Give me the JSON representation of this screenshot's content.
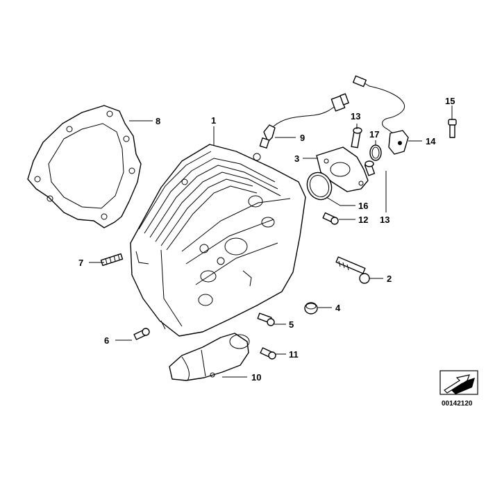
{
  "diagram": {
    "reference_code": "00142120",
    "callouts": [
      {
        "id": "c1",
        "label": "1"
      },
      {
        "id": "c2",
        "label": "2"
      },
      {
        "id": "c3",
        "label": "3"
      },
      {
        "id": "c4",
        "label": "4"
      },
      {
        "id": "c5",
        "label": "5"
      },
      {
        "id": "c6",
        "label": "6"
      },
      {
        "id": "c7",
        "label": "7"
      },
      {
        "id": "c8",
        "label": "8"
      },
      {
        "id": "c9",
        "label": "9"
      },
      {
        "id": "c10",
        "label": "10"
      },
      {
        "id": "c11",
        "label": "11"
      },
      {
        "id": "c12",
        "label": "12"
      },
      {
        "id": "c13a",
        "label": "13"
      },
      {
        "id": "c13b",
        "label": "13"
      },
      {
        "id": "c14",
        "label": "14"
      },
      {
        "id": "c15",
        "label": "15"
      },
      {
        "id": "c16",
        "label": "16"
      },
      {
        "id": "c17",
        "label": "17"
      }
    ]
  }
}
